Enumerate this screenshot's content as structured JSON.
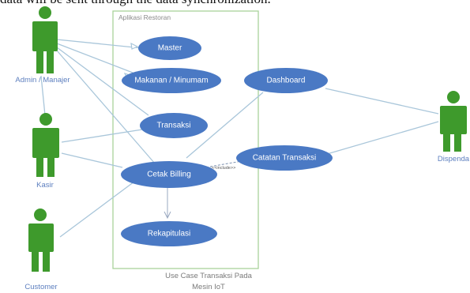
{
  "header_text": "data will be sent through the data synchronization.",
  "system": {
    "title": "Aplikasi Restoran",
    "caption_line1": "Use Case Transaksi Pada",
    "caption_line2": "Mesin IoT"
  },
  "actors": {
    "admin": "Admin / Manajer",
    "kasir": "Kasir",
    "customer": "Customer",
    "dispenda": "Dispenda"
  },
  "use_cases": {
    "master": "Master",
    "makanan": "Makanan / Minumam",
    "dashboard": "Dashboard",
    "transaksi": "Transaksi",
    "catatan": "Catatan Transaksi",
    "cetak": "Cetak Billing",
    "rekap": "Rekapitulasi"
  },
  "include_label": "<<include>>",
  "colors": {
    "actor_green": "#3e9a2c",
    "usecase_blue": "#4a79c4",
    "system_border": "#a9d29a",
    "association_line": "#a9c6da",
    "label_gray": "#8a8a8a",
    "actor_label": "#5d7fbf"
  }
}
